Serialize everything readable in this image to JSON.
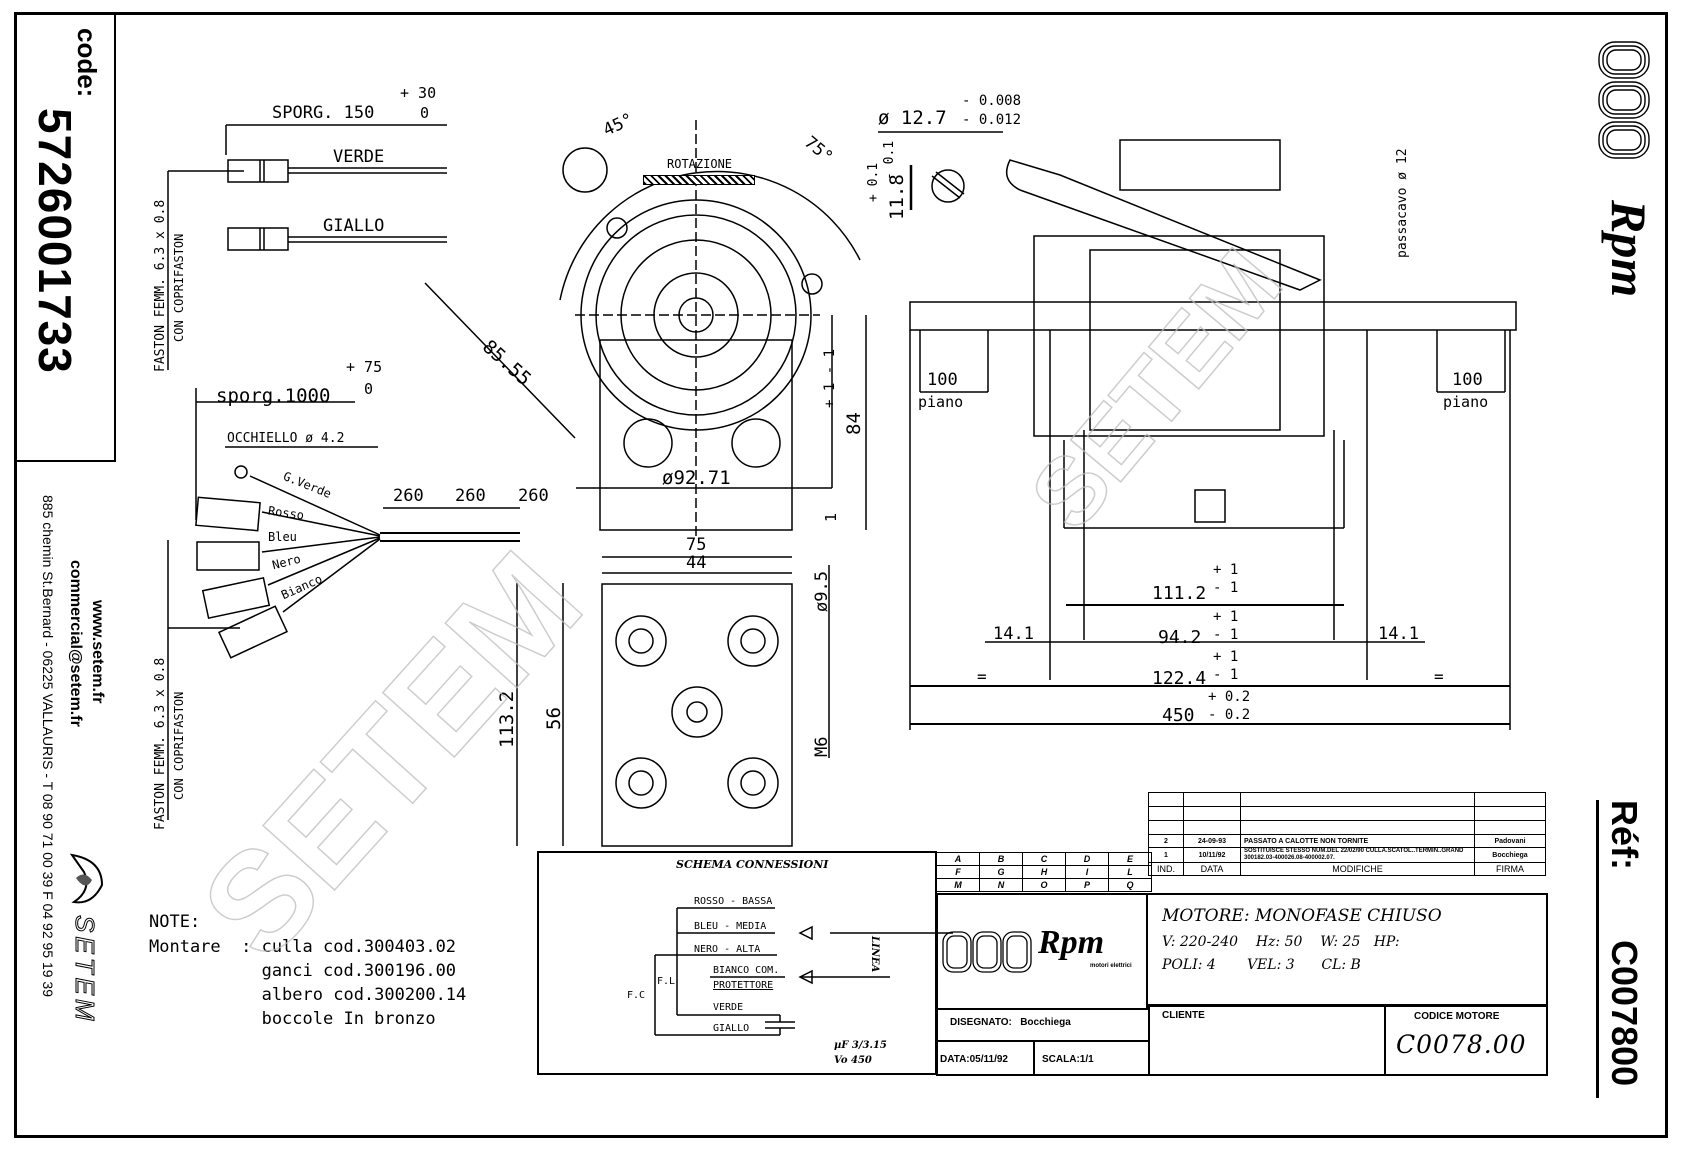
{
  "sidebar_left": {
    "code_label": "code:",
    "code_value": "5726001733",
    "website": "www.setem.fr",
    "email": "commercial@setem.fr",
    "address": "885 chemin St.Bernard  -  06225 VALLAURIS  -  T 08 90 71 00 39   F 04 92 95 19 39",
    "company_logo_text": "SETEM"
  },
  "sidebar_right": {
    "brand": "Rpm",
    "ref_label": "Réf:",
    "ref_value": "C007800"
  },
  "watermark": "SETEM",
  "wiring": {
    "sporg150": {
      "label": "SPORG. 150",
      "tol_plus": "+ 30",
      "tol_minus": "0"
    },
    "wire_verde": "VERDE",
    "wire_giallo": "GIALLO",
    "faston_note_1": "FASTON FEMM. 6.3 x 0.8",
    "faston_note_2": "CON COPRIFASTON",
    "sporg1000": {
      "label": "sporg.1000",
      "tol_plus": "+ 75",
      "tol_minus": "0"
    },
    "occhiello": "OCCHIELLO ø 4.2",
    "wires": [
      "G.Verde",
      "Rosso",
      "Bleu",
      "Nero",
      "Bianco"
    ],
    "tie_spacing": [
      "260",
      "260",
      "260"
    ]
  },
  "front_view": {
    "angle_1": "45°",
    "angle_2": "75°",
    "rotation_label": "ROTAZIONE",
    "diag_dim": "85.55",
    "diameter": "ø92.71",
    "height": "84",
    "height_tol_plus": "+ 1",
    "height_tol_minus": "- 1",
    "base_gap": "1"
  },
  "shaft_detail": {
    "diameter": "ø 12.7",
    "tol_upper": "- 0.008",
    "tol_lower": "- 0.012",
    "flat": "11.8",
    "flat_tol_plus": "+ 0.1",
    "flat_tol_minus": "- 0.1"
  },
  "side_view": {
    "passacavo": "passacavo ø 12",
    "piano_left": {
      "value": "100",
      "label": "piano"
    },
    "piano_right": {
      "value": "100",
      "label": "piano"
    },
    "dims": [
      {
        "value": "111.2",
        "tol_plus": "+ 1",
        "tol_minus": "- 1"
      },
      {
        "value": "94.2",
        "tol_plus": "+ 1",
        "tol_minus": "- 1"
      },
      {
        "value": "122.4",
        "tol_plus": "+ 1",
        "tol_minus": "- 1"
      },
      {
        "value": "450",
        "tol_plus": "+ 0.2",
        "tol_minus": "- 0.2"
      }
    ],
    "offset_left": "14.1",
    "offset_right": "14.1",
    "equal_sign": "="
  },
  "base_plate": {
    "width": "75",
    "hole_spacing": "44",
    "height": "113.2",
    "inner": "56",
    "hole_dia": "ø9.5",
    "thread": "M6",
    "equal_sign": "="
  },
  "notes": {
    "title": "NOTE:",
    "lines": [
      "Montare  : culla cod.300403.02",
      "           ganci cod.300196.00",
      "           albero cod.300200.14",
      "           boccole In bronzo"
    ]
  },
  "schema": {
    "title": "SCHEMA CONNESSIONI",
    "leads": [
      "ROSSO - BASSA",
      "BLEU - MEDIA",
      "NERO - ALTA",
      "BIANCO COM.",
      "PROTETTORE",
      "VERDE",
      "GIALLO"
    ],
    "fc": "F.C",
    "fl": "F.L",
    "linea": "LINEA",
    "cap_1": "µF 3/3.15",
    "cap_2": "Vo 450"
  },
  "title_block": {
    "grid": [
      [
        "A",
        "B",
        "C",
        "D",
        "E"
      ],
      [
        "F",
        "G",
        "H",
        "I",
        "L"
      ],
      [
        "M",
        "N",
        "O",
        "P",
        "Q"
      ]
    ],
    "revisions": [
      {
        "ind": "",
        "data": "",
        "modifiche": "",
        "firma": ""
      },
      {
        "ind": "",
        "data": "",
        "modifiche": "",
        "firma": ""
      },
      {
        "ind": "",
        "data": "",
        "modifiche": "",
        "firma": ""
      },
      {
        "ind": "2",
        "data": "24-09-93",
        "modifiche": "PASSATO A CALOTTE NON TORNITE",
        "firma": "Padovani"
      },
      {
        "ind": "1",
        "data": "10/11/92",
        "modifiche": "SOSTITUISCE STESSO NUM.DEL 22/02/90 CULLA.SCATOL..TERMIN..GRAND 300182.03-400026.08-400002.07.",
        "firma": "Bocchiega"
      }
    ],
    "rev_headers": {
      "ind": "IND.",
      "data": "DATA",
      "modifiche": "MODIFICHE",
      "firma": "FIRMA"
    },
    "logo": "Rpm",
    "logo_sub": "motori elettrici",
    "motor_title": "MOTORE: MONOFASE CHIUSO",
    "spec_line_1": "V: 220-240    Hz: 50    W: 25   HP:",
    "spec_line_2": "POLI: 4       VEL: 3      CL: B",
    "disegnato": "DISEGNATO:   Bocchiega",
    "data": "DATA:05/11/92",
    "scala": "SCALA:1/1",
    "cliente_label": "CLIENTE",
    "codice_label": "CODICE MOTORE",
    "codice_value": "C0078.00"
  }
}
